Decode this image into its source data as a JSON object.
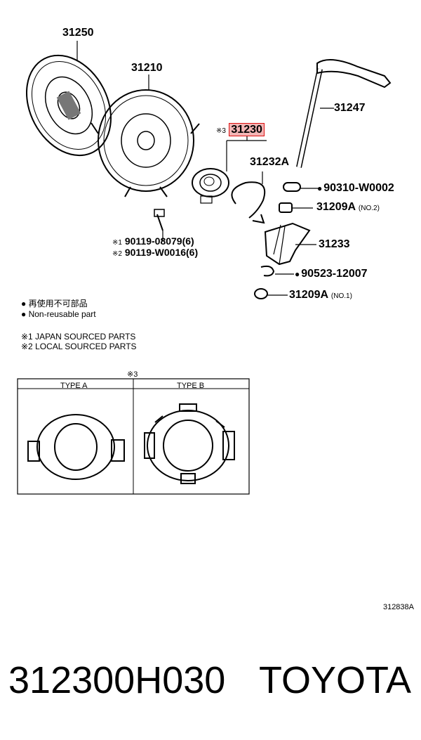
{
  "diagram": {
    "labels": {
      "p31250": "31250",
      "p31210": "31210",
      "p31247": "31247",
      "p31230": "31230",
      "p31232A": "31232A",
      "p90310": "90310-W0002",
      "p31209A_no2": "31209A",
      "p31209A_no2_note": "(NO.2)",
      "p31233": "31233",
      "p90523": "90523-12007",
      "p31209A_no1": "31209A",
      "p31209A_no1_note": "(NO.1)",
      "p90119_1": "90119-08079(6)",
      "p90119_2": "90119-W0016(6)",
      "mark1": "※1",
      "mark2": "※2",
      "mark3": "※3"
    },
    "legend": {
      "bullet_jp": "● 再使用不可部品",
      "bullet_en": "● Non-reusable part",
      "note1": "※1 JAPAN SOURCED PARTS",
      "note2": "※2 LOCAL SOURCED PARTS"
    },
    "type_table": {
      "mark": "※3",
      "type_a": "TYPE A",
      "type_b": "TYPE B"
    },
    "figure_id": "312838A"
  },
  "footer": {
    "part_number": "312300H030",
    "brand": "TOYOTA"
  }
}
